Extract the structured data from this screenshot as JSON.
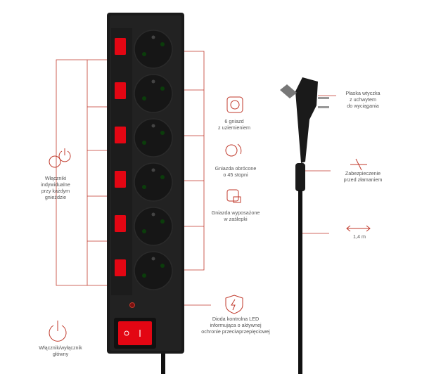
{
  "accent_color": "#c0392b",
  "features": {
    "individual_switches": [
      "Włączniki",
      "indywidualne",
      "przy każdym",
      "gnieździe"
    ],
    "sockets_count": [
      "6 gniazd",
      "z uziemieniem"
    ],
    "rotated_sockets": [
      "Gniazda obrócone",
      "o 45 stopni"
    ],
    "shutters": [
      "Gniazda wyposażone",
      "w zaślepki"
    ],
    "led": [
      "Dioda kontrolna LED",
      "informująca o aktywnej",
      "ochronie przeciwprzepięciowej"
    ],
    "main_switch": [
      "Włącznik/wyłącznik",
      "główny"
    ],
    "flat_plug": [
      "Płaska wtyczka",
      "z uchwytem",
      "do wyciągania"
    ],
    "break_protection": [
      "Zabezpieczenie",
      "przed złamaniem"
    ],
    "cable_length": "1,4 m"
  },
  "icons": {
    "switch": "power-symbol-icon",
    "socket": "socket-icon",
    "rotate": "rotate-socket-icon",
    "shutter": "lock-socket-icon",
    "shield": "shield-lightning-icon",
    "power": "power-symbol-icon",
    "no_break": "anti-break-icon",
    "length": "double-arrow-icon"
  }
}
